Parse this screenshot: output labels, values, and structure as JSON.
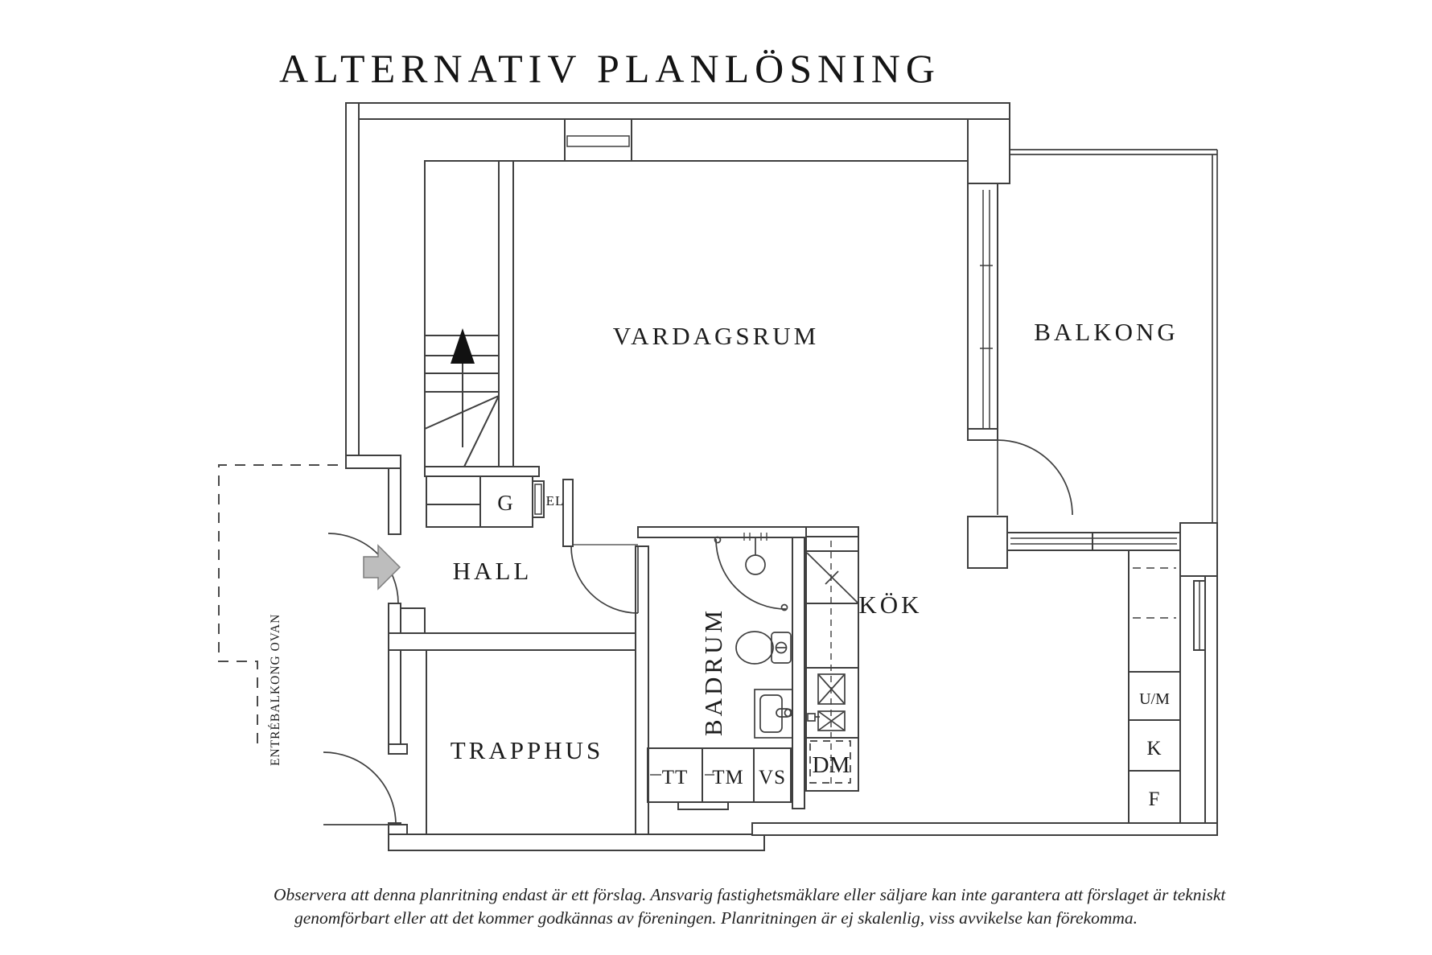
{
  "title": "ALTERNATIV PLANLÖSNING",
  "rooms": {
    "vardagsrum": "VARDAGSRUM",
    "balkong": "BALKONG",
    "hall": "HALL",
    "badrum": "BADRUM",
    "kok": "KÖK",
    "trapphus": "TRAPPHUS"
  },
  "annotations": {
    "entrebalkong": "ENTRÉBALKONG OVAN"
  },
  "fixtures": {
    "g": "G",
    "el": "EL",
    "tt": "TT",
    "tm": "TM",
    "vs": "VS",
    "dm": "DM",
    "um": "U/M",
    "k": "K",
    "f": "F"
  },
  "disclaimer": {
    "line1": "Observera att denna planritning endast är ett förslag. Ansvarig fastighetsmäklare eller säljare kan inte garantera att förslaget är tekniskt",
    "line2": "genomförbart eller att det kommer godkännas av föreningen. Planritningen är ej skalenlig, viss avvikelse kan förekomma."
  },
  "colors": {
    "line": "#3f3f3f",
    "text": "#1c1c1c",
    "arrow_fill": "#bdbdbd"
  }
}
